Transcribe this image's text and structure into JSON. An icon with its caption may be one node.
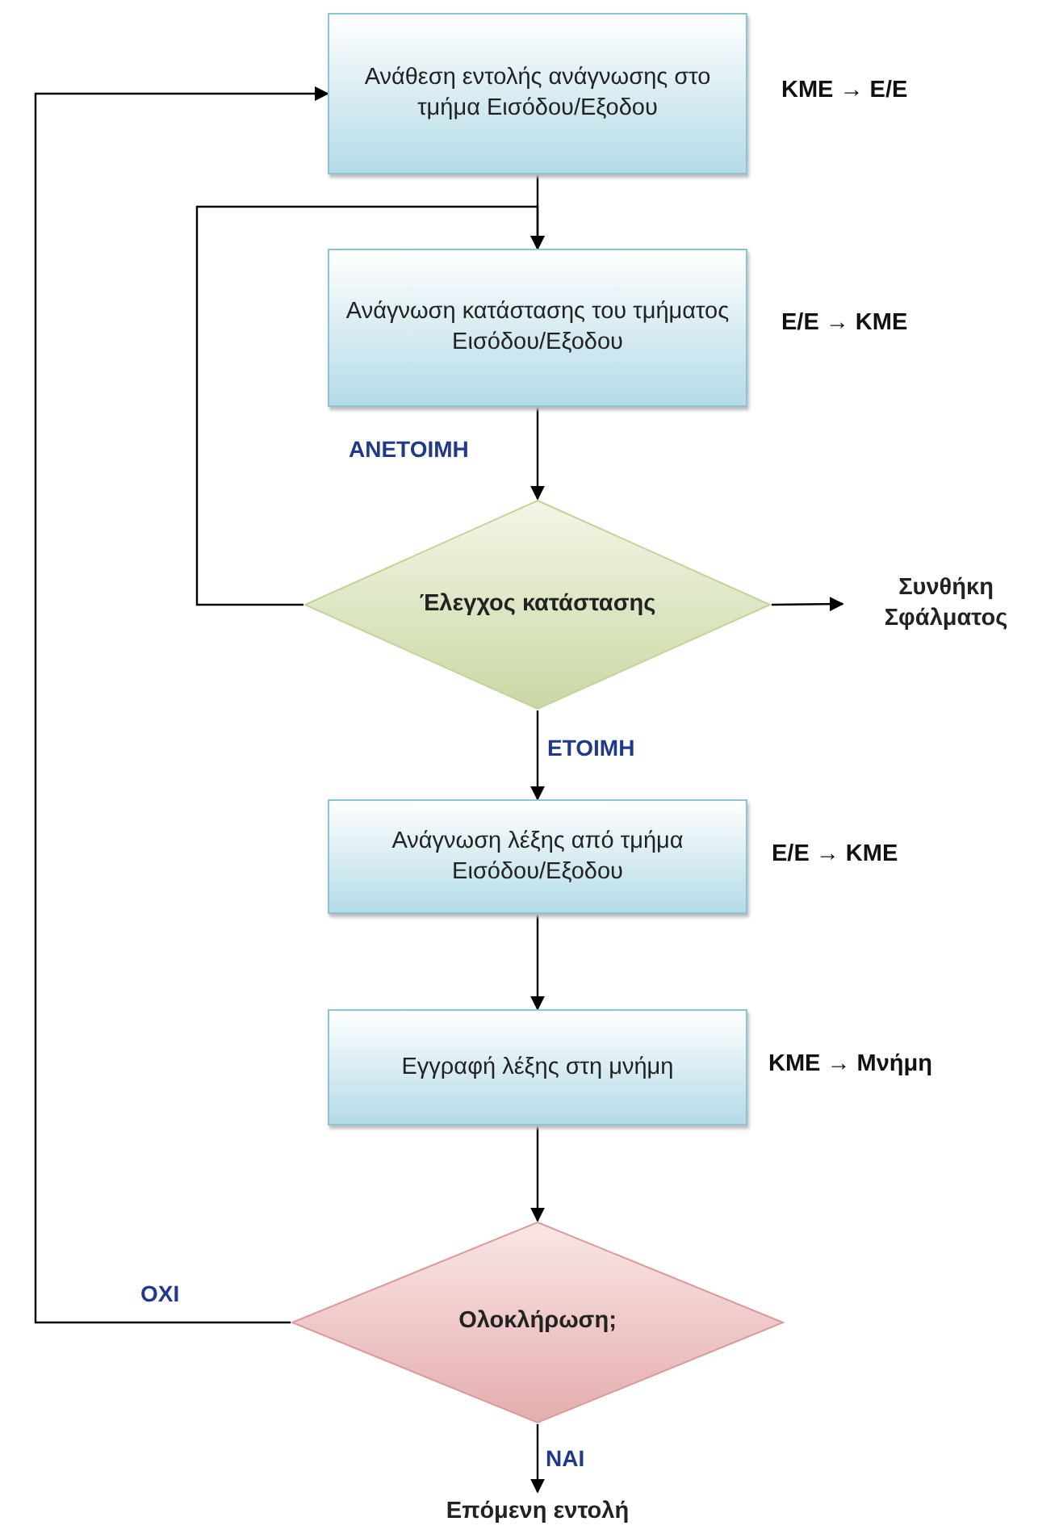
{
  "diagram": {
    "nodes": [
      {
        "text": [
          "Ανάθεση εντολής ανάγνωσης στο τμήμα Εισόδου/Εξοδου"
        ],
        "beside": [
          "ΚΜΕ → Ε/Ε"
        ]
      },
      {
        "text": [
          "Ανάγνωση κατάστασης του τμήματος Εισόδου/Εξοδου"
        ],
        "beside": [
          "Ε/Ε → ΚΜΕ"
        ]
      },
      {
        "text": [
          "Έλεγχος κατάστασης"
        ]
      },
      {
        "text": [
          "Συνθήκη Σφάλματος"
        ]
      },
      {
        "text": [
          "Ανάγνωση λέξης από τμήμα Εισόδου/Εξοδου"
        ],
        "beside": [
          "Ε/Ε → ΚΜΕ"
        ]
      },
      {
        "text": [
          "Εγγραφή λέξης στη μνήμη"
        ],
        "beside": [
          "ΚΜΕ → Μνήμη"
        ]
      },
      {
        "text": [
          "Ολοκλήρωση;"
        ]
      },
      {
        "text": [
          "Επόμενη εντολή"
        ]
      }
    ],
    "edges": [
      {
        "from": 0,
        "to": 1,
        "arrow": "to"
      },
      {
        "from": 1,
        "to": 2,
        "arrow": "to",
        "label": "ΑΝΕΤΟΙΜΗ"
      },
      {
        "from": 2,
        "to": 1,
        "arrow": "to"
      },
      {
        "from": 2,
        "to": 3,
        "arrow": "to"
      },
      {
        "from": 2,
        "to": 4,
        "arrow": "to",
        "label": "ΕΤΟΙΜΗ"
      },
      {
        "from": 4,
        "to": 5,
        "arrow": "to"
      },
      {
        "from": 5,
        "to": 6,
        "arrow": "to"
      },
      {
        "from": 6,
        "to": 0,
        "arrow": "to",
        "label": "ΟΧΙ"
      },
      {
        "from": 6,
        "to": 7,
        "arrow": "to",
        "label": "ΝΑΙ"
      }
    ]
  }
}
